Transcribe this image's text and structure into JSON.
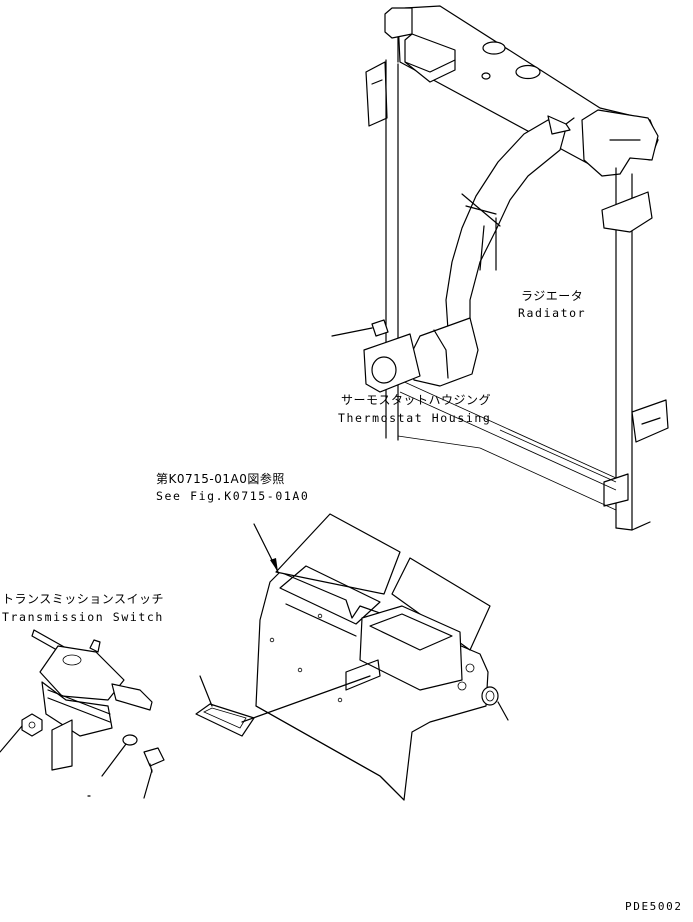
{
  "labels": {
    "radiator_jp": "ラジエータ",
    "radiator_en": "Radiator",
    "thermostat_jp": "サーモスタットハウジング",
    "thermostat_en": "Thermostat Housing",
    "see_fig_jp": "第K0715-01A0図参照",
    "see_fig_en": "See Fig.K0715-01A0",
    "transmission_jp": "トランスミッションスイッチ",
    "transmission_en": "Transmission Switch",
    "drawing_code": "PDE5002"
  }
}
